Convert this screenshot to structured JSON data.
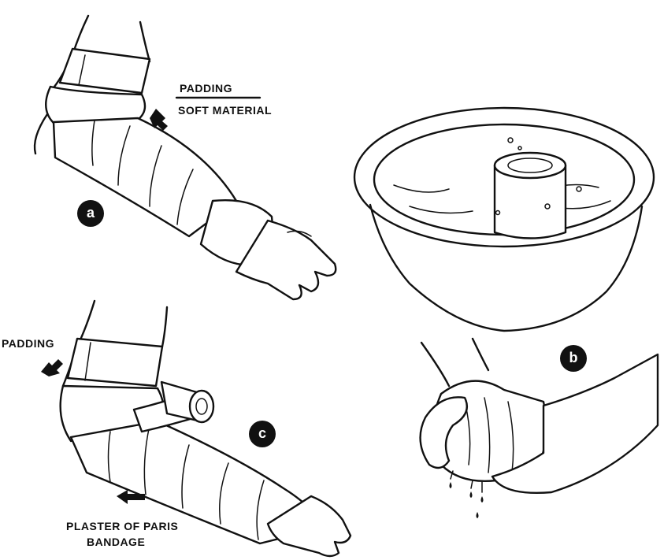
{
  "panel_a": {
    "badge": "a",
    "label_padding": "PADDING",
    "label_soft_material": "SOFT MATERIAL"
  },
  "panel_b": {
    "badge": "b"
  },
  "panel_c": {
    "badge": "c",
    "label_padding": "PADDING",
    "label_plaster_line1": "PLASTER OF PARIS",
    "label_plaster_line2": "BANDAGE"
  },
  "colors": {
    "ink": "#111111",
    "paper": "#ffffff"
  }
}
